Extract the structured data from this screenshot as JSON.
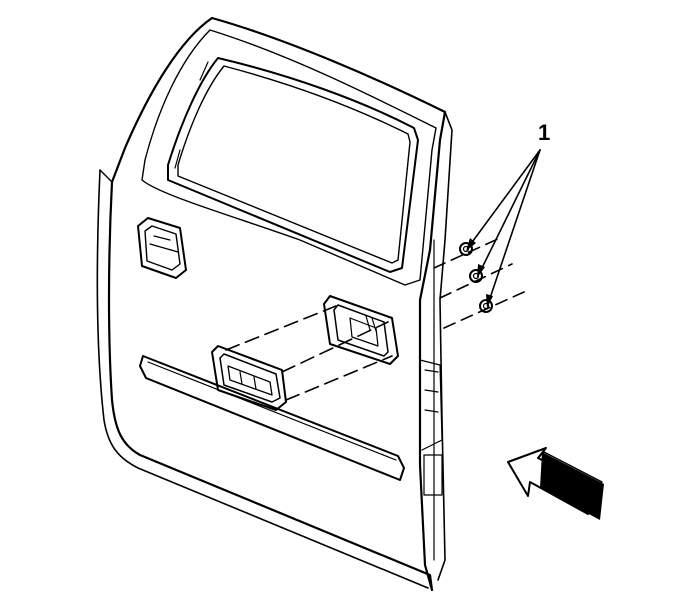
{
  "diagram": {
    "callouts": [
      {
        "label": "1",
        "refers_to": "door-panel-nuts"
      }
    ],
    "parts": [
      "rear-door",
      "window-opening",
      "interior-handle-pocket",
      "inside-door-handle",
      "door-panel-nuts",
      "armrest-strip",
      "direction-arrow"
    ],
    "colors": {
      "line": "#000000",
      "background": "#ffffff"
    }
  }
}
